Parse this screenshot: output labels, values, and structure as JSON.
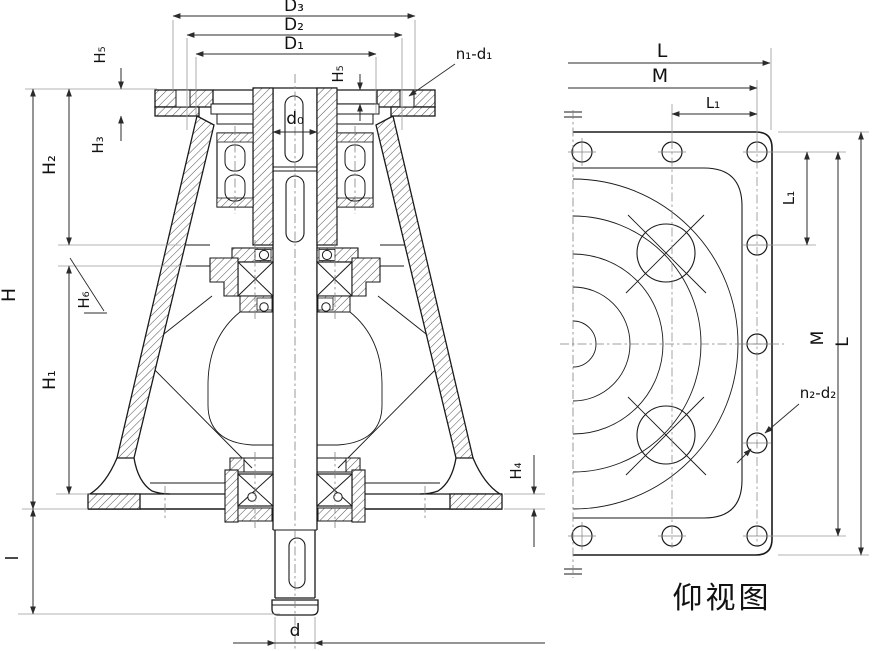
{
  "figure": {
    "background": "#ffffff",
    "line_color": "#1a1a1a",
    "dim_color": "#2b2b2b",
    "front_view": {
      "title": "sectional front view of vertical gear reducer",
      "dim_labels": {
        "d3": "D₃",
        "d2": "D₂",
        "d1": "D₁",
        "bolt_callout": "n₁-d₁",
        "h5_top": "H₅",
        "h3": "H₃",
        "h2": "H₂",
        "h_total": "H",
        "h6": "H₆",
        "h1": "H₁",
        "l_lower": "l",
        "h5_flange": "H₅",
        "d0_bore": "d₀",
        "h4": "H₄",
        "d_shaft": "d"
      }
    },
    "bottom_view": {
      "title": "bottom view of mounting flange",
      "caption": "仰视图",
      "dim_labels": {
        "l_width": "L",
        "m_width": "M",
        "l1_top": "L₁",
        "l1_side": "L₁",
        "m_side": "M",
        "l_side": "L",
        "bolt_callout": "n₂-d₂"
      }
    }
  }
}
